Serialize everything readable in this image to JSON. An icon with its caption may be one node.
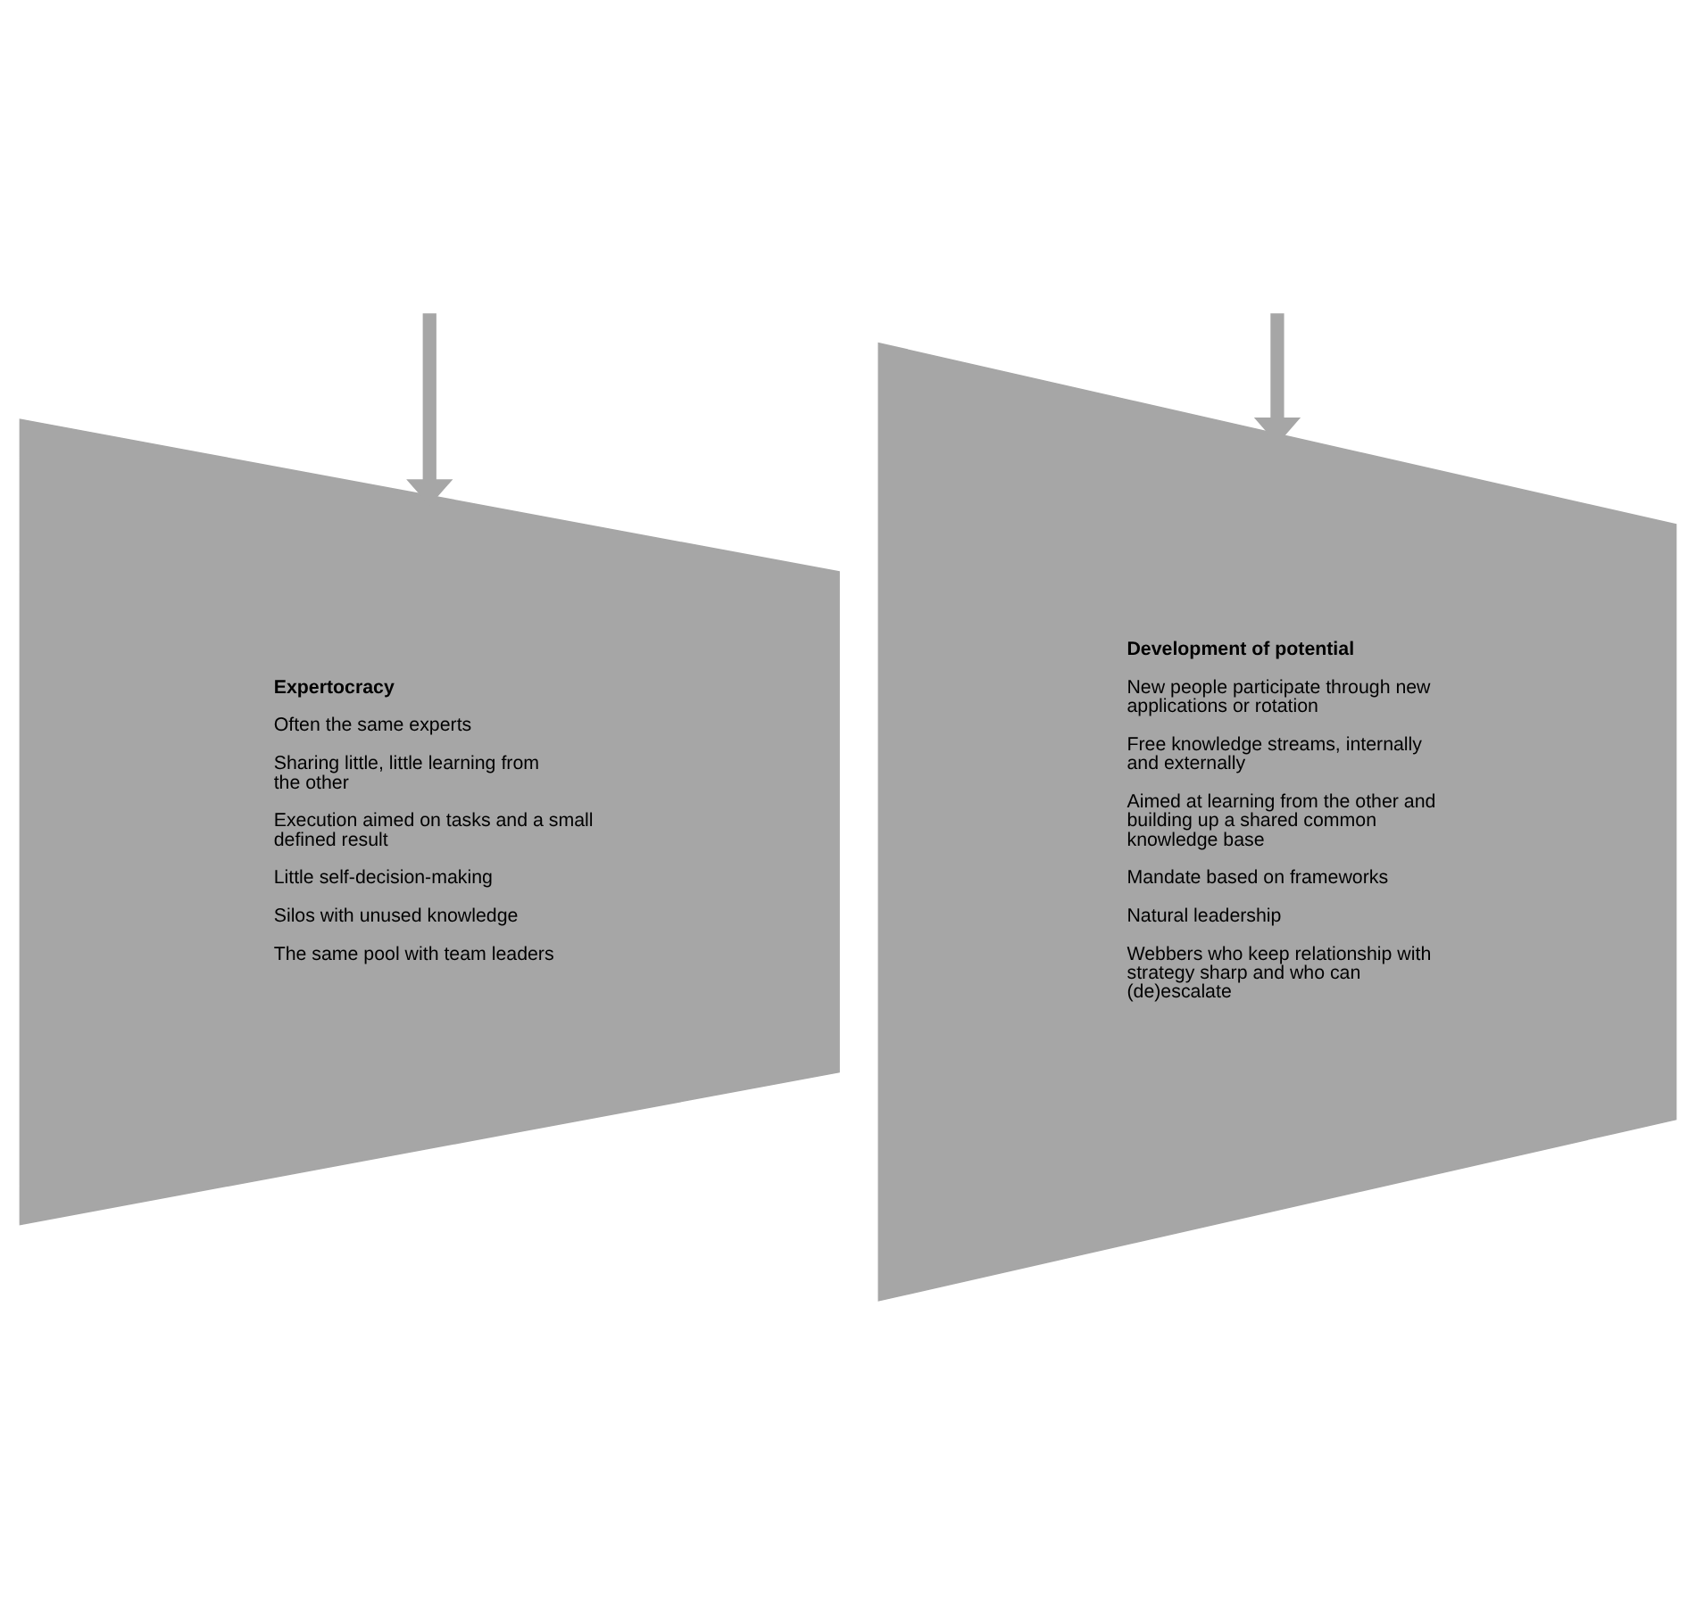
{
  "diagram": {
    "nodes": [
      {
        "text": [
          "Expertocracy",
          "Often the same experts",
          "Sharing little, little learning from the other",
          "Execution aimed on tasks and a small defined result",
          "Little self-decision-making",
          "Silos with unused knowledge",
          "The same pool with team leaders"
        ]
      },
      {
        "text": [
          "Development of potential",
          "New people participate through new applications or rotation",
          "Free knowledge streams, internally and externally",
          "Aimed at learning from the other and building up a shared common knowledge base",
          "Mandate based on frameworks",
          "Natural leadership",
          "Webbers who keep relationship with strategy sharp and who can (de)escalate"
        ]
      }
    ],
    "edges": [
      {
        "from": null,
        "to": 0,
        "arrow": "to"
      },
      {
        "from": null,
        "to": 1,
        "arrow": "to"
      }
    ]
  }
}
